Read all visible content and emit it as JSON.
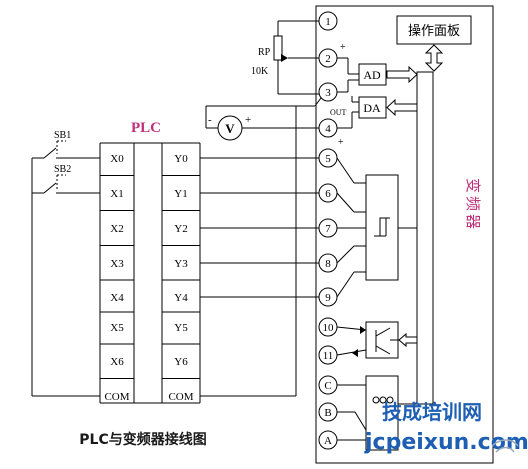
{
  "plc": {
    "title": "PLC",
    "inputs": [
      "X0",
      "X1",
      "X2",
      "X3",
      "X4",
      "X5",
      "X6",
      "COM"
    ],
    "outputs": [
      "Y0",
      "Y1",
      "Y2",
      "Y3",
      "Y4",
      "Y5",
      "Y6",
      "COM"
    ],
    "switches": [
      "SB1",
      "SB2"
    ]
  },
  "inverter": {
    "title": "变频器",
    "panel": "操作面板",
    "ad": "AD",
    "da": "DA",
    "out": "OUT",
    "pot": {
      "name": "RP",
      "value": "10K"
    },
    "voltmeter": "V",
    "terminals": [
      "1",
      "2",
      "3",
      "4",
      "5",
      "6",
      "7",
      "8",
      "9",
      "10",
      "11",
      "C",
      "B",
      "A"
    ]
  },
  "signs": {
    "plus": "+",
    "minus": "-"
  },
  "caption": "PLC与变频器接线图",
  "watermark": {
    "line1": "技成培训网",
    "line2": "jcpeixun.com"
  },
  "colors": {
    "line": "#000000",
    "title": "#c0307a",
    "watermark": "#1e5fb4"
  }
}
